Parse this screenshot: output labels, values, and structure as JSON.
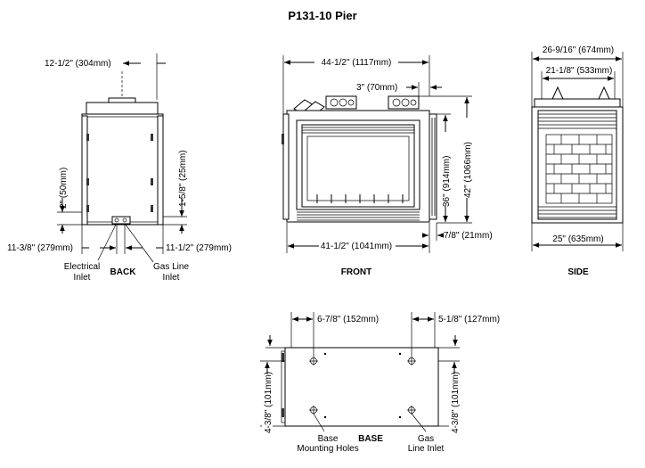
{
  "title": "P131-10 Pier",
  "back": {
    "label": "BACK",
    "dim_offset": "12-1/2\" (304mm)",
    "dim_vent_height": "2\" (50mm)",
    "dim_gas_height": "1-5/8\" (25mm)",
    "dim_left": "11-3/8\" (279mm)",
    "dim_right": "11-1/2\" (279mm)",
    "electrical_line1": "Electrical",
    "electrical_line2": "Inlet",
    "gas_line1": "Gas Line",
    "gas_line2": "Inlet"
  },
  "front": {
    "label": "FRONT",
    "dim_width": "44-1/2\" (1117mm)",
    "dim_top": "3\" (70mm)",
    "dim_height_total": "42\" (1066mm)",
    "dim_height_inner": "36\" (914mm)",
    "dim_bottom_width": "41-1/2\" (1041mm)",
    "dim_side": "7/8\" (21mm)"
  },
  "side": {
    "label": "SIDE",
    "dim_outer": "26-9/16\" (674mm)",
    "dim_inner": "21-1/8\" (533mm)",
    "dim_base": "25\" (635mm)"
  },
  "base": {
    "label": "BASE",
    "dim_left": "6-7/8\" (152mm)",
    "dim_right": "5-1/8\" (127mm)",
    "dim_left_v": "4-3/8\" (101mm)",
    "dim_right_v": "4-3/8\" (101mm)",
    "holes_line1": "Base",
    "holes_line2": "Mounting Holes",
    "gas_line1": "Gas",
    "gas_line2": "Line Inlet"
  }
}
